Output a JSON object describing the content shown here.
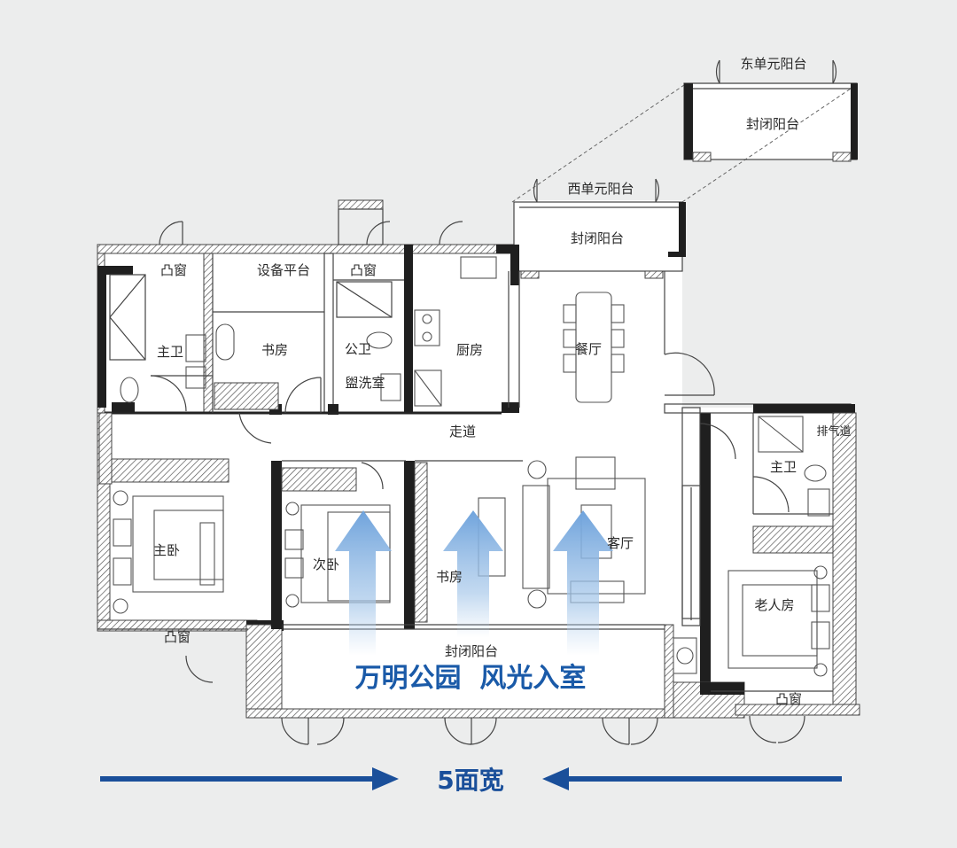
{
  "rooms": {
    "east_unit_balcony": "东单元阳台",
    "closed_balcony_top": "封闭阳台",
    "west_unit_balcony": "西单元阳台",
    "closed_balcony_mid": "封闭阳台",
    "bay_window_1": "凸窗",
    "equipment_platform": "设备平台",
    "bay_window_2": "凸窗",
    "master_bath": "主卫",
    "study_1": "书房",
    "public_bath": "公卫",
    "washroom": "盥洗室",
    "kitchen": "厨房",
    "dining": "餐厅",
    "corridor": "走道",
    "exhaust": "排气道",
    "master_bath_2": "主卫",
    "master_bedroom": "主卧",
    "second_bedroom": "次卧",
    "study_2": "书房",
    "living_room": "客厅",
    "elder_room": "老人房",
    "bay_window_3": "凸窗",
    "closed_balcony_bottom": "封闭阳台",
    "bay_window_4": "凸窗"
  },
  "slogan": "万明公园  风光入室",
  "width_label": "5面宽",
  "colors": {
    "accent": "#1a4f9a",
    "arrow_light": "#8fb9e3",
    "wall": "#1f1f1f",
    "background": "#eceded"
  }
}
